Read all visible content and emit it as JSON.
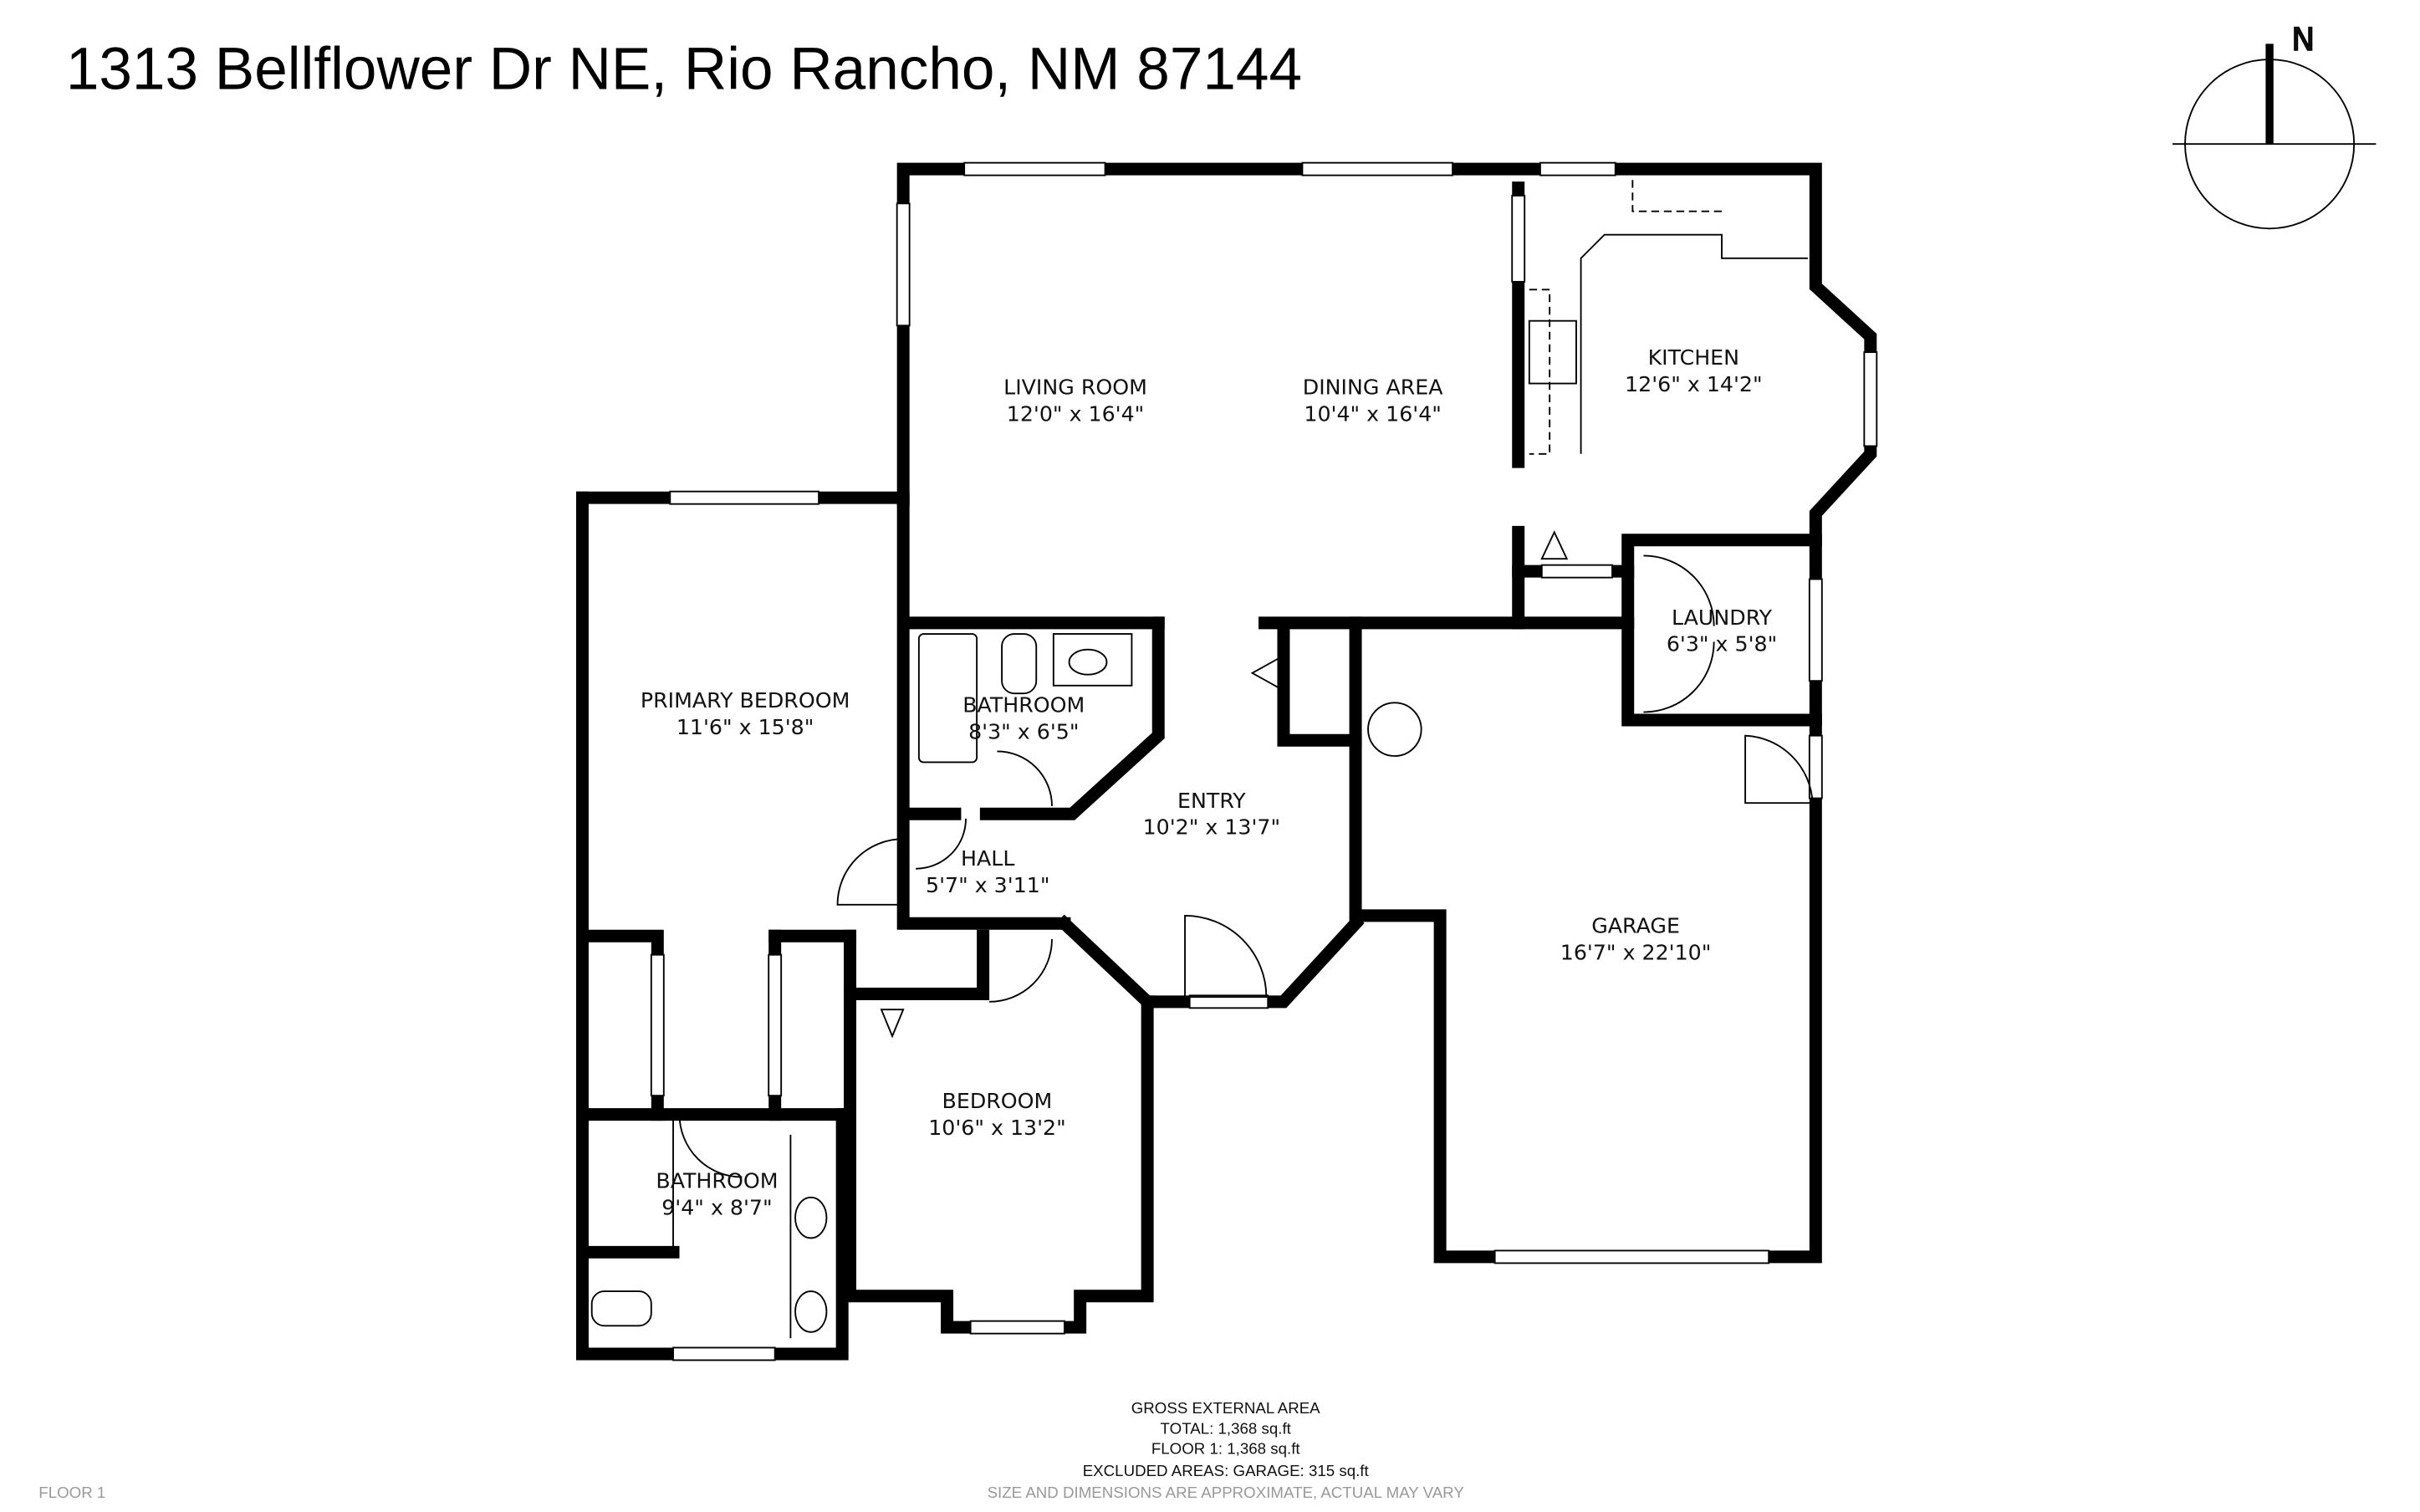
{
  "title": "1313 Bellflower Dr NE, Rio Rancho, NM 87144",
  "compass": {
    "label": "N",
    "icon": "north-arrow-icon"
  },
  "rooms": [
    {
      "name": "LIVING ROOM",
      "size": "12'0\" x 16'4\""
    },
    {
      "name": "DINING AREA",
      "size": "10'4\" x 16'4\""
    },
    {
      "name": "KITCHEN",
      "size": "12'6\" x 14'2\""
    },
    {
      "name": "LAUNDRY",
      "size": "6'3\" x 5'8\""
    },
    {
      "name": "PRIMARY BEDROOM",
      "size": "11'6\" x 15'8\""
    },
    {
      "name": "BATHROOM",
      "size": "8'3\" x 6'5\""
    },
    {
      "name": "ENTRY",
      "size": "10'2\" x 13'7\""
    },
    {
      "name": "HALL",
      "size": "5'7\" x 3'11\""
    },
    {
      "name": "GARAGE",
      "size": "16'7\" x 22'10\""
    },
    {
      "name": "BEDROOM",
      "size": "10'6\" x 13'2\""
    },
    {
      "name": "BATHROOM",
      "size": "9'4\" x 8'7\""
    }
  ],
  "area": {
    "heading": "GROSS EXTERNAL AREA",
    "total": "TOTAL: 1,368 sq.ft",
    "floor1": "FLOOR 1: 1,368 sq.ft",
    "excluded": "EXCLUDED AREAS: GARAGE: 315 sq.ft",
    "disclaimer": "SIZE AND DIMENSIONS ARE APPROXIMATE, ACTUAL MAY VARY"
  },
  "floor_label": "FLOOR 1"
}
